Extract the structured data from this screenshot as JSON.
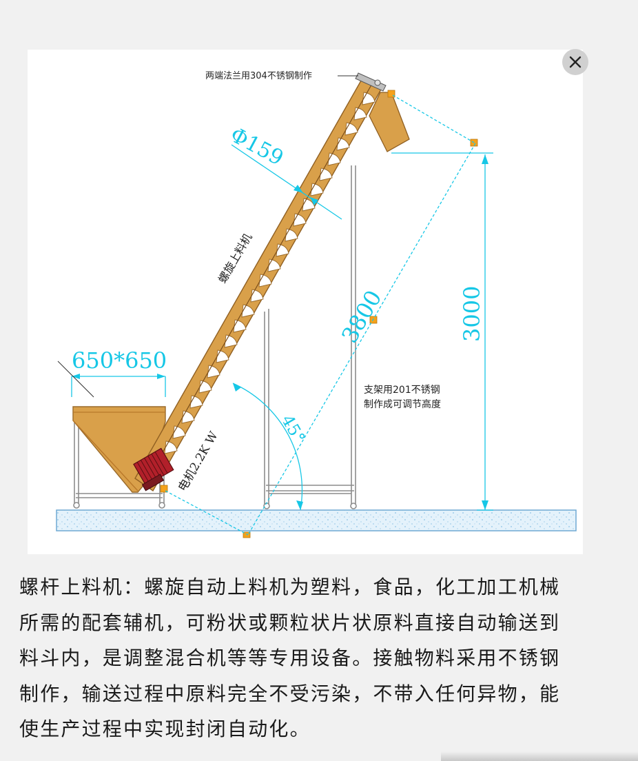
{
  "drawing": {
    "flange_note": "两端法兰用304不锈钢制作",
    "diameter_label": "Φ159",
    "machine_label": "螺旋上料机",
    "length_label": "3800",
    "height_label": "3000",
    "hopper_size_label": "650*650",
    "motor_label": "电机2.2K W",
    "angle_label": "45°",
    "frame_note_line1": "支架用201不锈钢",
    "frame_note_line2": "制作成可调节高度"
  },
  "colors": {
    "conveyor_fill": "#d9a04a",
    "conveyor_dark": "#b9782a",
    "dimension_cyan": "#16c7e6",
    "motor_red": "#b2202a",
    "marker_orange": "#f5a21b",
    "floor_blue": "#cfe7f7"
  },
  "description_lines": [
    "螺杆上料机：螺旋自动上料机为塑料，食品，化工加工机械",
    "所需的配套辅机，可粉状或颗粒状片状原料直接自动输送到",
    "料斗内，是调整混合机等等专用设备。接触物料采用不锈钢",
    "制作，输送过程中原料完全不受污染，不带入任何异物，能",
    "使生产过程中实现封闭自动化。"
  ],
  "close_icon": "close-icon"
}
